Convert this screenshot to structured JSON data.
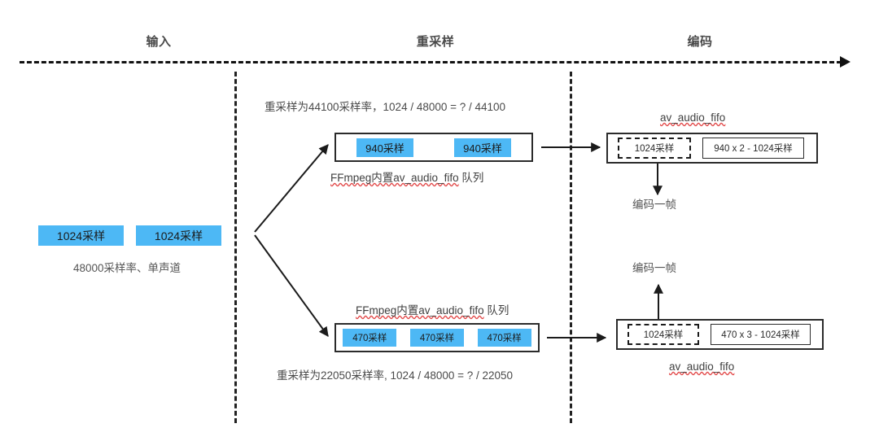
{
  "phases": [
    {
      "id": "input",
      "label": "输入"
    },
    {
      "id": "resample",
      "label": "重采样"
    },
    {
      "id": "encode",
      "label": "编码"
    }
  ],
  "colors": {
    "chip_blue": "#4db8f5",
    "line_black": "#1b1b1b",
    "text_gray": "#555555",
    "spell_red": "#e24a4a"
  },
  "input_stage": {
    "chips": [
      {
        "label": "1024采样"
      },
      {
        "label": "1024采样"
      }
    ],
    "caption": "48000采样率、单声道"
  },
  "top_branch": {
    "formula": "重采样为44100采样率，1024 / 48000 = ? / 44100",
    "fifo": {
      "chips": [
        {
          "label": "940采样"
        },
        {
          "label": "940采样"
        }
      ],
      "caption": "FFmpeg内置av_audio_fifo 队列",
      "caption_spell": "FFmpeg内置av_audio_fifo",
      "caption_tail": " 队列"
    },
    "encode": {
      "title": "av_audio_fifo",
      "dashed_cell": "1024采样",
      "solid_cell": "940 x  2 - 1024采样",
      "arrow_label": "编码一帧"
    }
  },
  "bottom_branch": {
    "formula": "重采样为22050采样率, 1024 / 48000 = ? / 22050",
    "fifo": {
      "chips": [
        {
          "label": "470采样"
        },
        {
          "label": "470采样"
        },
        {
          "label": "470采样"
        }
      ],
      "caption_spell": "FFmpeg内置av_audio_fifo",
      "caption_tail": " 队列"
    },
    "encode": {
      "title": "av_audio_fifo",
      "dashed_cell": "1024采样",
      "solid_cell": "470 x  3 - 1024采样",
      "arrow_label": "编码一帧"
    }
  },
  "icons": {
    "timeline_arrow": "arrow-right-icon",
    "branch_arrow_up": "arrow-branch-up-icon",
    "branch_arrow_down": "arrow-branch-down-icon",
    "flow_arrow": "arrow-right-icon",
    "encode_arrow_down": "arrow-down-icon",
    "encode_arrow_up": "arrow-up-icon"
  }
}
